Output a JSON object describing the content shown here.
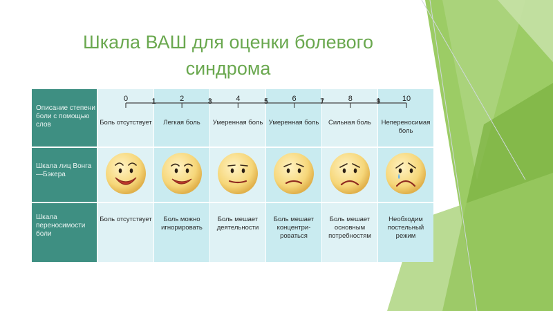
{
  "title": {
    "line1": "Шкала ВАШ для оценки болевого",
    "line2": "синдрома"
  },
  "row_labels": {
    "description": "Описание степени боли с помощью слов",
    "faces": "Шкала лиц Вонга—Бэкера",
    "tolerance": "Шкала переносимости боли"
  },
  "scale_numbers": [
    "0",
    "1",
    "2",
    "3",
    "4",
    "5",
    "6",
    "7",
    "8",
    "9",
    "10"
  ],
  "columns": [
    {
      "description": "Боль отсутствует",
      "tolerance": "Боль отсутствует",
      "face": "very-happy-face-icon"
    },
    {
      "description": "Легкая боль",
      "tolerance": "Боль можно игнорировать",
      "face": "happy-face-icon"
    },
    {
      "description": "Умеренная боль",
      "tolerance": "Боль мешает деятельности",
      "face": "neutral-face-icon"
    },
    {
      "description": "Умеренная боль",
      "tolerance": "Боль мешает концентри-роваться",
      "face": "worried-face-icon"
    },
    {
      "description": "Сильная боль",
      "tolerance": "Боль мешает основным потребностям",
      "face": "sad-face-icon"
    },
    {
      "description": "Непереносимая боль",
      "tolerance": "Необходим постельный режим",
      "face": "crying-face-icon"
    }
  ],
  "colors": {
    "title": "#6aa84f",
    "row_label_bg": "#3e8f82",
    "band_light": "#d9f0f4",
    "band_alt": "#c7e9ef",
    "face_fill": "#f6d77a",
    "accent_green": "#7cb342"
  }
}
